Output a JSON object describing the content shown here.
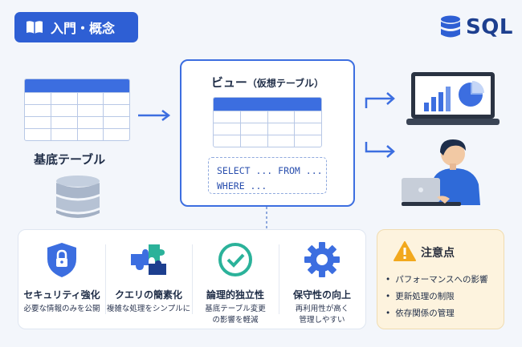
{
  "badge": {
    "label": "入門・概念",
    "icon": "book-icon"
  },
  "logo": {
    "text": "SQL",
    "icon": "database-icon"
  },
  "base_table": {
    "label": "基底テーブル"
  },
  "view": {
    "title": "ビュー",
    "subtitle": "（仮想テーブル）",
    "sql_lines": [
      "SELECT ... FROM ...",
      "WHERE ..."
    ]
  },
  "features": [
    {
      "icon": "shield-lock-icon",
      "title": "セキュリティ強化",
      "desc": [
        "必要な情報のみを公開"
      ]
    },
    {
      "icon": "puzzle-icon",
      "title": "クエリの簡素化",
      "desc": [
        "複雑な処理をシンプルに"
      ]
    },
    {
      "icon": "check-circle-icon",
      "title": "論理的独立性",
      "desc": [
        "基底テーブル変更",
        "の影響を軽減"
      ]
    },
    {
      "icon": "gear-icon",
      "title": "保守性の向上",
      "desc": [
        "再利用性が高く",
        "管理しやすい"
      ]
    }
  ],
  "caution": {
    "title": "注意点",
    "items": [
      "パフォーマンスへの影響",
      "更新処理の制限",
      "依存関係の管理"
    ]
  },
  "colors": {
    "primary": "#2e5fd4",
    "accent_green": "#2bb29a",
    "navy": "#1d3f8f",
    "warning": "#f2a81d"
  }
}
